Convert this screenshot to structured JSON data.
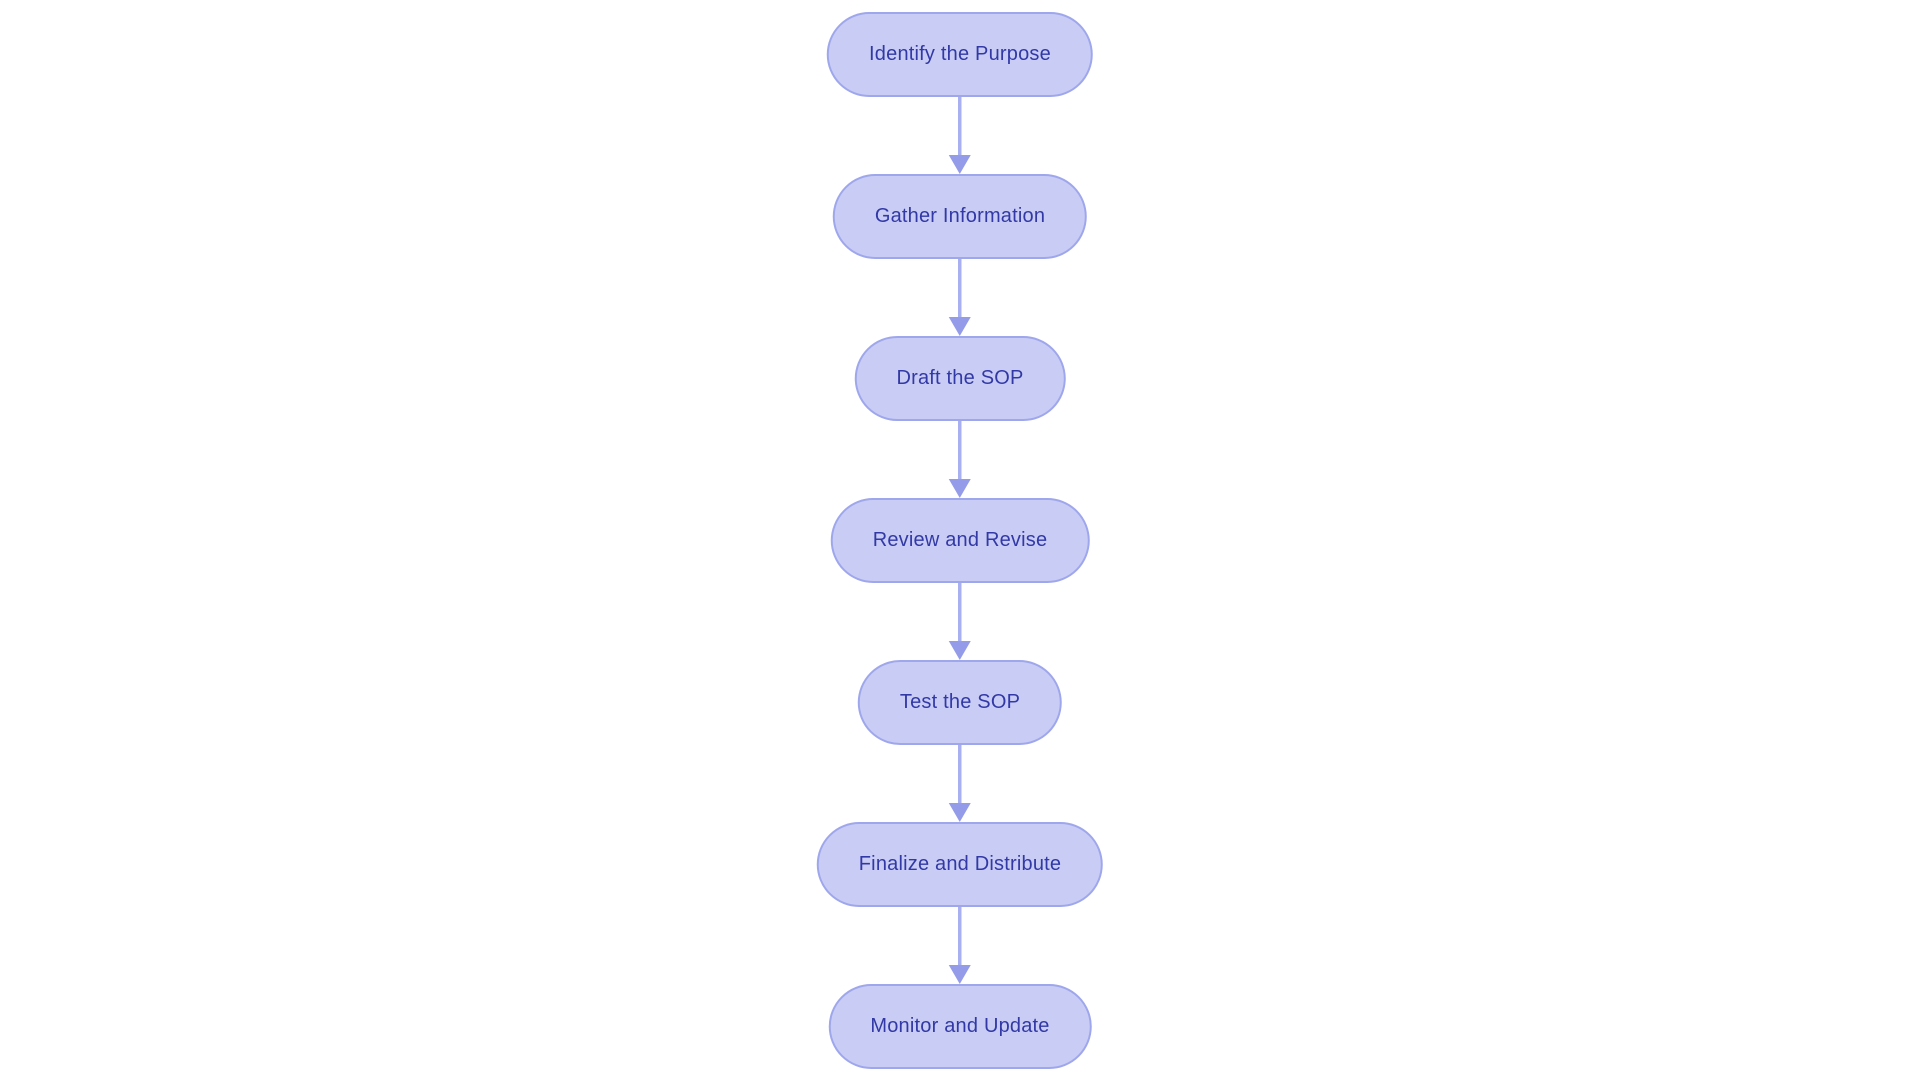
{
  "diagram": {
    "type": "flowchart",
    "direction": "top-down",
    "nodes": [
      {
        "id": "identify-the-purpose",
        "label": "Identify the Purpose"
      },
      {
        "id": "gather-information",
        "label": "Gather Information"
      },
      {
        "id": "draft-the-sop",
        "label": "Draft the SOP"
      },
      {
        "id": "review-and-revise",
        "label": "Review and Revise"
      },
      {
        "id": "test-the-sop",
        "label": "Test the SOP"
      },
      {
        "id": "finalize-and-distribute",
        "label": "Finalize and Distribute"
      },
      {
        "id": "monitor-and-update",
        "label": "Monitor and Update"
      }
    ],
    "edges": [
      {
        "from": "identify-the-purpose",
        "to": "gather-information"
      },
      {
        "from": "gather-information",
        "to": "draft-the-sop"
      },
      {
        "from": "draft-the-sop",
        "to": "review-and-revise"
      },
      {
        "from": "review-and-revise",
        "to": "test-the-sop"
      },
      {
        "from": "test-the-sop",
        "to": "finalize-and-distribute"
      },
      {
        "from": "finalize-and-distribute",
        "to": "monitor-and-update"
      }
    ],
    "style": {
      "background": "#ffffff",
      "node_fill": "#c9cdf5",
      "node_border": "#9fa7ec",
      "node_text": "#3239a6",
      "arrow_line": "#a8b0f1",
      "arrow_head": "#949ce9"
    }
  }
}
